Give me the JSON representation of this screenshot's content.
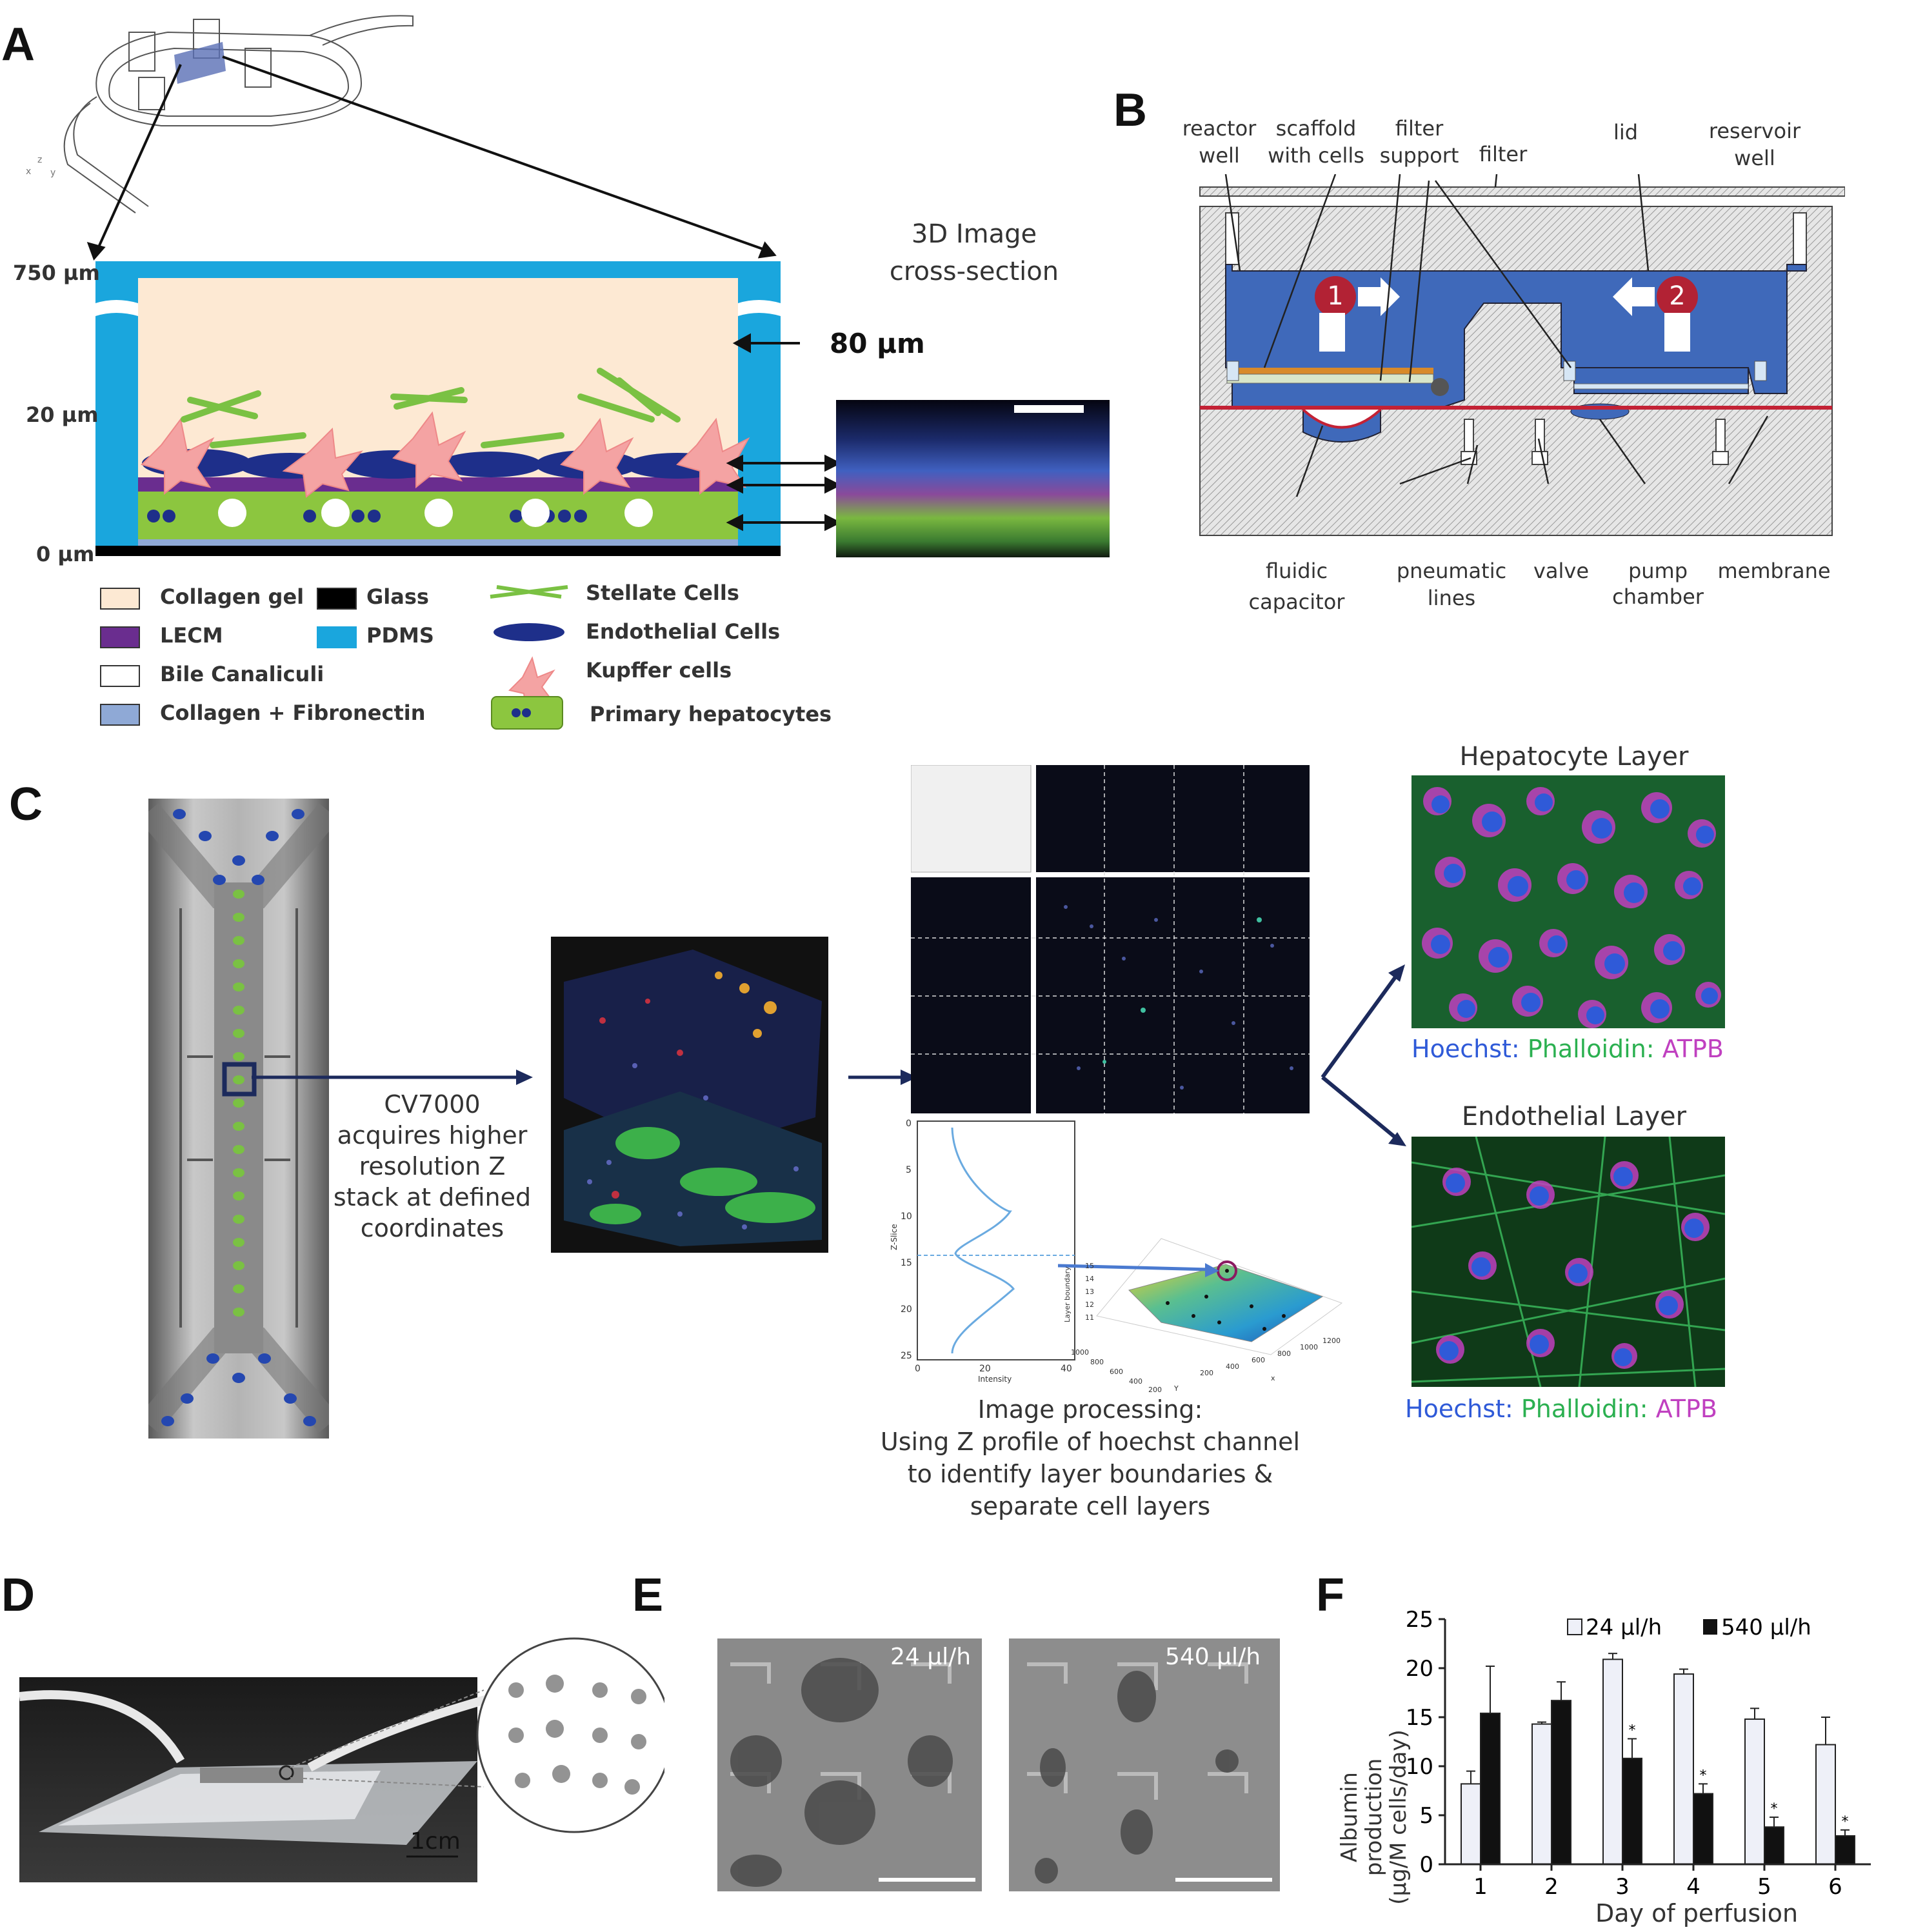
{
  "panels": {
    "a": "A",
    "b": "B",
    "c": "C",
    "d": "D",
    "e": "E",
    "f": "F"
  },
  "panel_a": {
    "scale_750": "750 µm",
    "scale_20": "20 µm",
    "scale_0": "0 µm",
    "image_title_line1": "3D Image",
    "image_title_line2": "cross-section",
    "thickness": "80 µm",
    "legend": [
      {
        "label": "Collagen gel",
        "color": "#fde9d3"
      },
      {
        "label": "LECM",
        "color": "#6a2d8f"
      },
      {
        "label": "Bile Canaliculi",
        "color": "#ffffff"
      },
      {
        "label": "Collagen + Fibronectin",
        "color": "#8fa9d6"
      },
      {
        "label": "Glass",
        "color": "#000000"
      },
      {
        "label": "PDMS",
        "color": "#1aa6dd"
      },
      {
        "label": "Stellate Cells",
        "color": "#7ac143"
      },
      {
        "label": "Endothelial Cells",
        "color": "#1e2f8a"
      },
      {
        "label": "Kupffer cells",
        "color": "#f4a3a3"
      },
      {
        "label": "Primary hepatocytes",
        "color": "#8cc63f"
      }
    ]
  },
  "panel_b": {
    "labels": {
      "reactor": "reactor",
      "reactor2": "well",
      "scaffold": "scaffold",
      "scaffold2": "with cells",
      "filtersupport": "filter",
      "filtersupport2": "support",
      "filter": "filter",
      "lid": "lid",
      "reservoir": "reservoir",
      "reservoir2": "well",
      "fluidic": "fluidic",
      "fluidic2": "capacitor",
      "pneumatic": "pneumatic",
      "pneumatic2": "lines",
      "valve": "valve",
      "pump": "pump",
      "pump2": "chamber",
      "membrane": "membrane"
    },
    "markers": [
      "1",
      "2"
    ]
  },
  "panel_c": {
    "cv_text": [
      "CV7000",
      "acquires higher",
      "resolution Z",
      "stack at defined",
      "coordinates"
    ],
    "processing_text": [
      "Image processing:",
      "Using Z profile of hoechst channel",
      "to identify layer boundaries &",
      "separate cell layers"
    ],
    "hep_title": "Hepatocyte Layer",
    "endo_title": "Endothelial Layer",
    "stain_hoechst": "Hoechst:",
    "stain_phalloidin": "Phalloidin:",
    "stain_atpb": "ATPB",
    "mini_plot": {
      "ylabel": "Z-Slice",
      "xlabel": "Intensity",
      "yticks": [
        "0",
        "5",
        "10",
        "15",
        "20",
        "25"
      ],
      "xticks": [
        "0",
        "20",
        "40"
      ]
    },
    "surface_plot": {
      "zlabel": "Layer boundary",
      "zticks": [
        "15",
        "14",
        "13",
        "12",
        "11"
      ],
      "xticks": [
        "200",
        "400",
        "600",
        "800",
        "1000",
        "1200"
      ],
      "yticks": [
        "1000",
        "800",
        "600",
        "400",
        "200"
      ],
      "xlabel": "x",
      "ylabel": "Y"
    }
  },
  "panel_d": {
    "scale": "1cm"
  },
  "panel_e": {
    "left_label": "24 µl/h",
    "right_label": "540 µl/h"
  },
  "chart_data": {
    "type": "bar",
    "categories": [
      "1",
      "2",
      "3",
      "4",
      "5",
      "6"
    ],
    "series": [
      {
        "name": "24 µl/h",
        "values": [
          8.2,
          14.3,
          20.9,
          19.4,
          14.8,
          12.2
        ],
        "errors": [
          1.3,
          0.2,
          0.6,
          0.5,
          1.1,
          2.8
        ],
        "color": "#eef0f8"
      },
      {
        "name": "540 µl/h",
        "values": [
          15.4,
          16.7,
          10.8,
          7.2,
          3.8,
          2.9
        ],
        "errors": [
          4.8,
          1.9,
          2.0,
          1.0,
          1.0,
          0.6
        ],
        "color": "#111111"
      }
    ],
    "significant": [
      "3",
      "4",
      "5",
      "6"
    ],
    "star": "*",
    "xlabel": "Day of perfusion",
    "ylabel_line1": "Albumin production",
    "ylabel_line2": "(µg/M cells/day)",
    "yticks": [
      "0",
      "5",
      "10",
      "15",
      "20",
      "25"
    ],
    "ylim": [
      0,
      25
    ]
  }
}
